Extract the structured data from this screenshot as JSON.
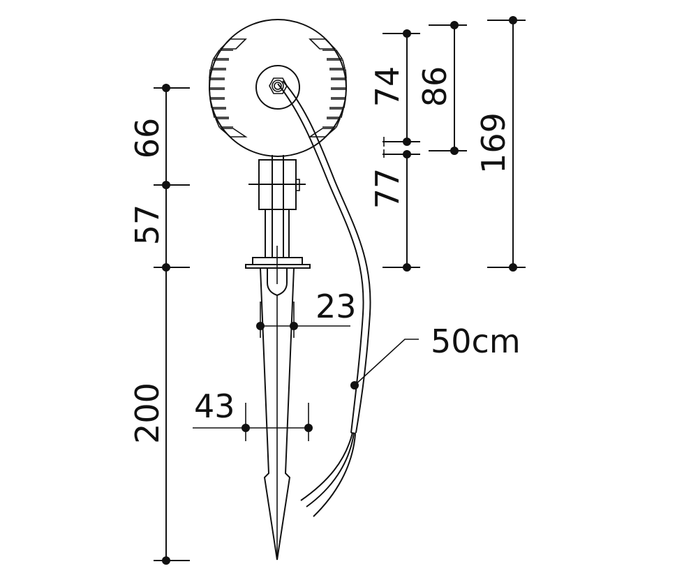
{
  "drawing": {
    "subject": "spike light dimension drawing",
    "line_color": "#111111",
    "background": "#ffffff"
  },
  "dimensions": {
    "left_top": "66",
    "left_middle": "57",
    "left_bottom": "200",
    "right_a_top": "74",
    "right_a_bottom": "77",
    "right_b": "86",
    "right_c": "169",
    "spike_width_upper": "23",
    "spike_width_lower": "43",
    "cable_length": "50cm"
  }
}
